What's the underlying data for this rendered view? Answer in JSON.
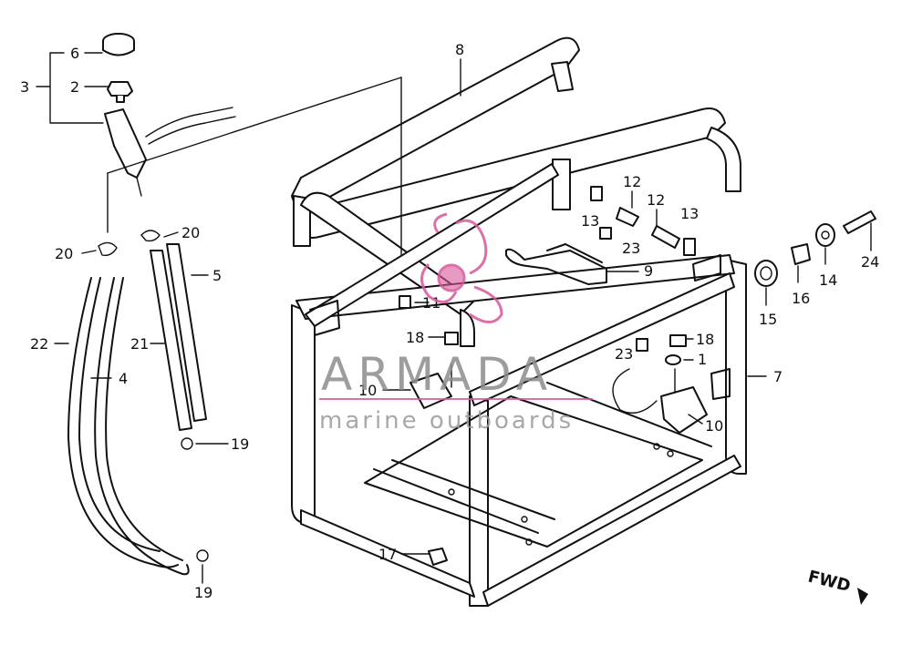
{
  "watermark": {
    "brand": "ARMADA",
    "tagline": "marine outboards",
    "accent_color": "#d8589a"
  },
  "direction_label": "FWD",
  "callouts": {
    "c1": "1",
    "c2": "2",
    "c3": "3",
    "c4": "4",
    "c5": "5",
    "c6": "6",
    "c7": "7",
    "c8": "8",
    "c9": "9",
    "c10a": "10",
    "c10b": "10",
    "c11": "11",
    "c12a": "12",
    "c12b": "12",
    "c13a": "13",
    "c13b": "13",
    "c14": "14",
    "c15": "15",
    "c16": "16",
    "c17": "17",
    "c18a": "18",
    "c18b": "18",
    "c19a": "19",
    "c19b": "19",
    "c20a": "20",
    "c20b": "20",
    "c21": "21",
    "c22": "22",
    "c23a": "23",
    "c23b": "23",
    "c24": "24"
  }
}
